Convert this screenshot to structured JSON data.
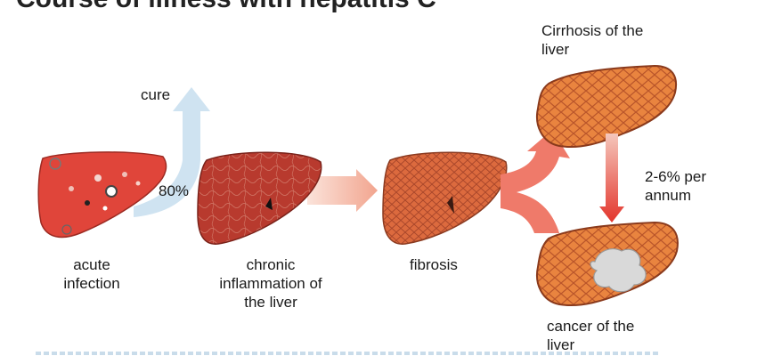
{
  "title": "Course of illness with hepatitis C",
  "labels": {
    "cure": "cure",
    "cure_rate": "80%",
    "acute": "acute\ninfection",
    "chronic": "chronic\ninflammation of\nthe liver",
    "fibrosis": "fibrosis",
    "cirrhosis": "Cirrhosis of the\nliver",
    "annual_rate": "2-6% per\nannum",
    "cancer": "cancer of the\nliver"
  },
  "colors": {
    "acute_liver": "#e0453a",
    "chronic_liver": "#b83a2e",
    "fibrosis_liver": "#d8643c",
    "cirrhosis_liver": "#e77a3a",
    "cure_arrow": "#cfe3f1",
    "progress_arrow": "#f3b3a0",
    "cancer_arrow": "#e8443a",
    "tumor": "#d9d9d9"
  }
}
